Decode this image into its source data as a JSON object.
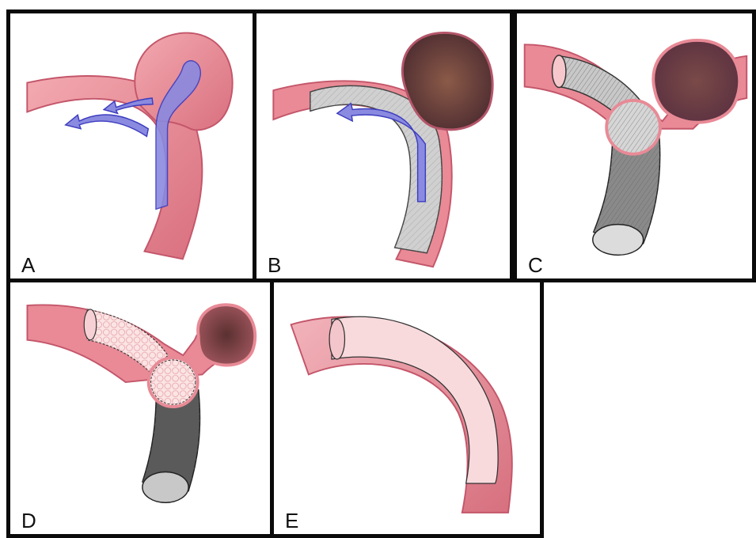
{
  "panels": [
    {
      "label": "A"
    },
    {
      "label": "B"
    },
    {
      "label": "C"
    },
    {
      "label": "D"
    },
    {
      "label": "E"
    }
  ],
  "colors": {
    "vessel": "#e5838f",
    "vessel_dark": "#c4566a",
    "vessel_light": "#f5c4c8",
    "flow_arrow": "#6a6ad0",
    "aneurysm_clot": "#6b3e38",
    "stent_mesh": "#b8b8b8",
    "stent_dark": "#3a3a3a",
    "scaffold": "#fbe4e4",
    "border": "#0a0a0a"
  }
}
